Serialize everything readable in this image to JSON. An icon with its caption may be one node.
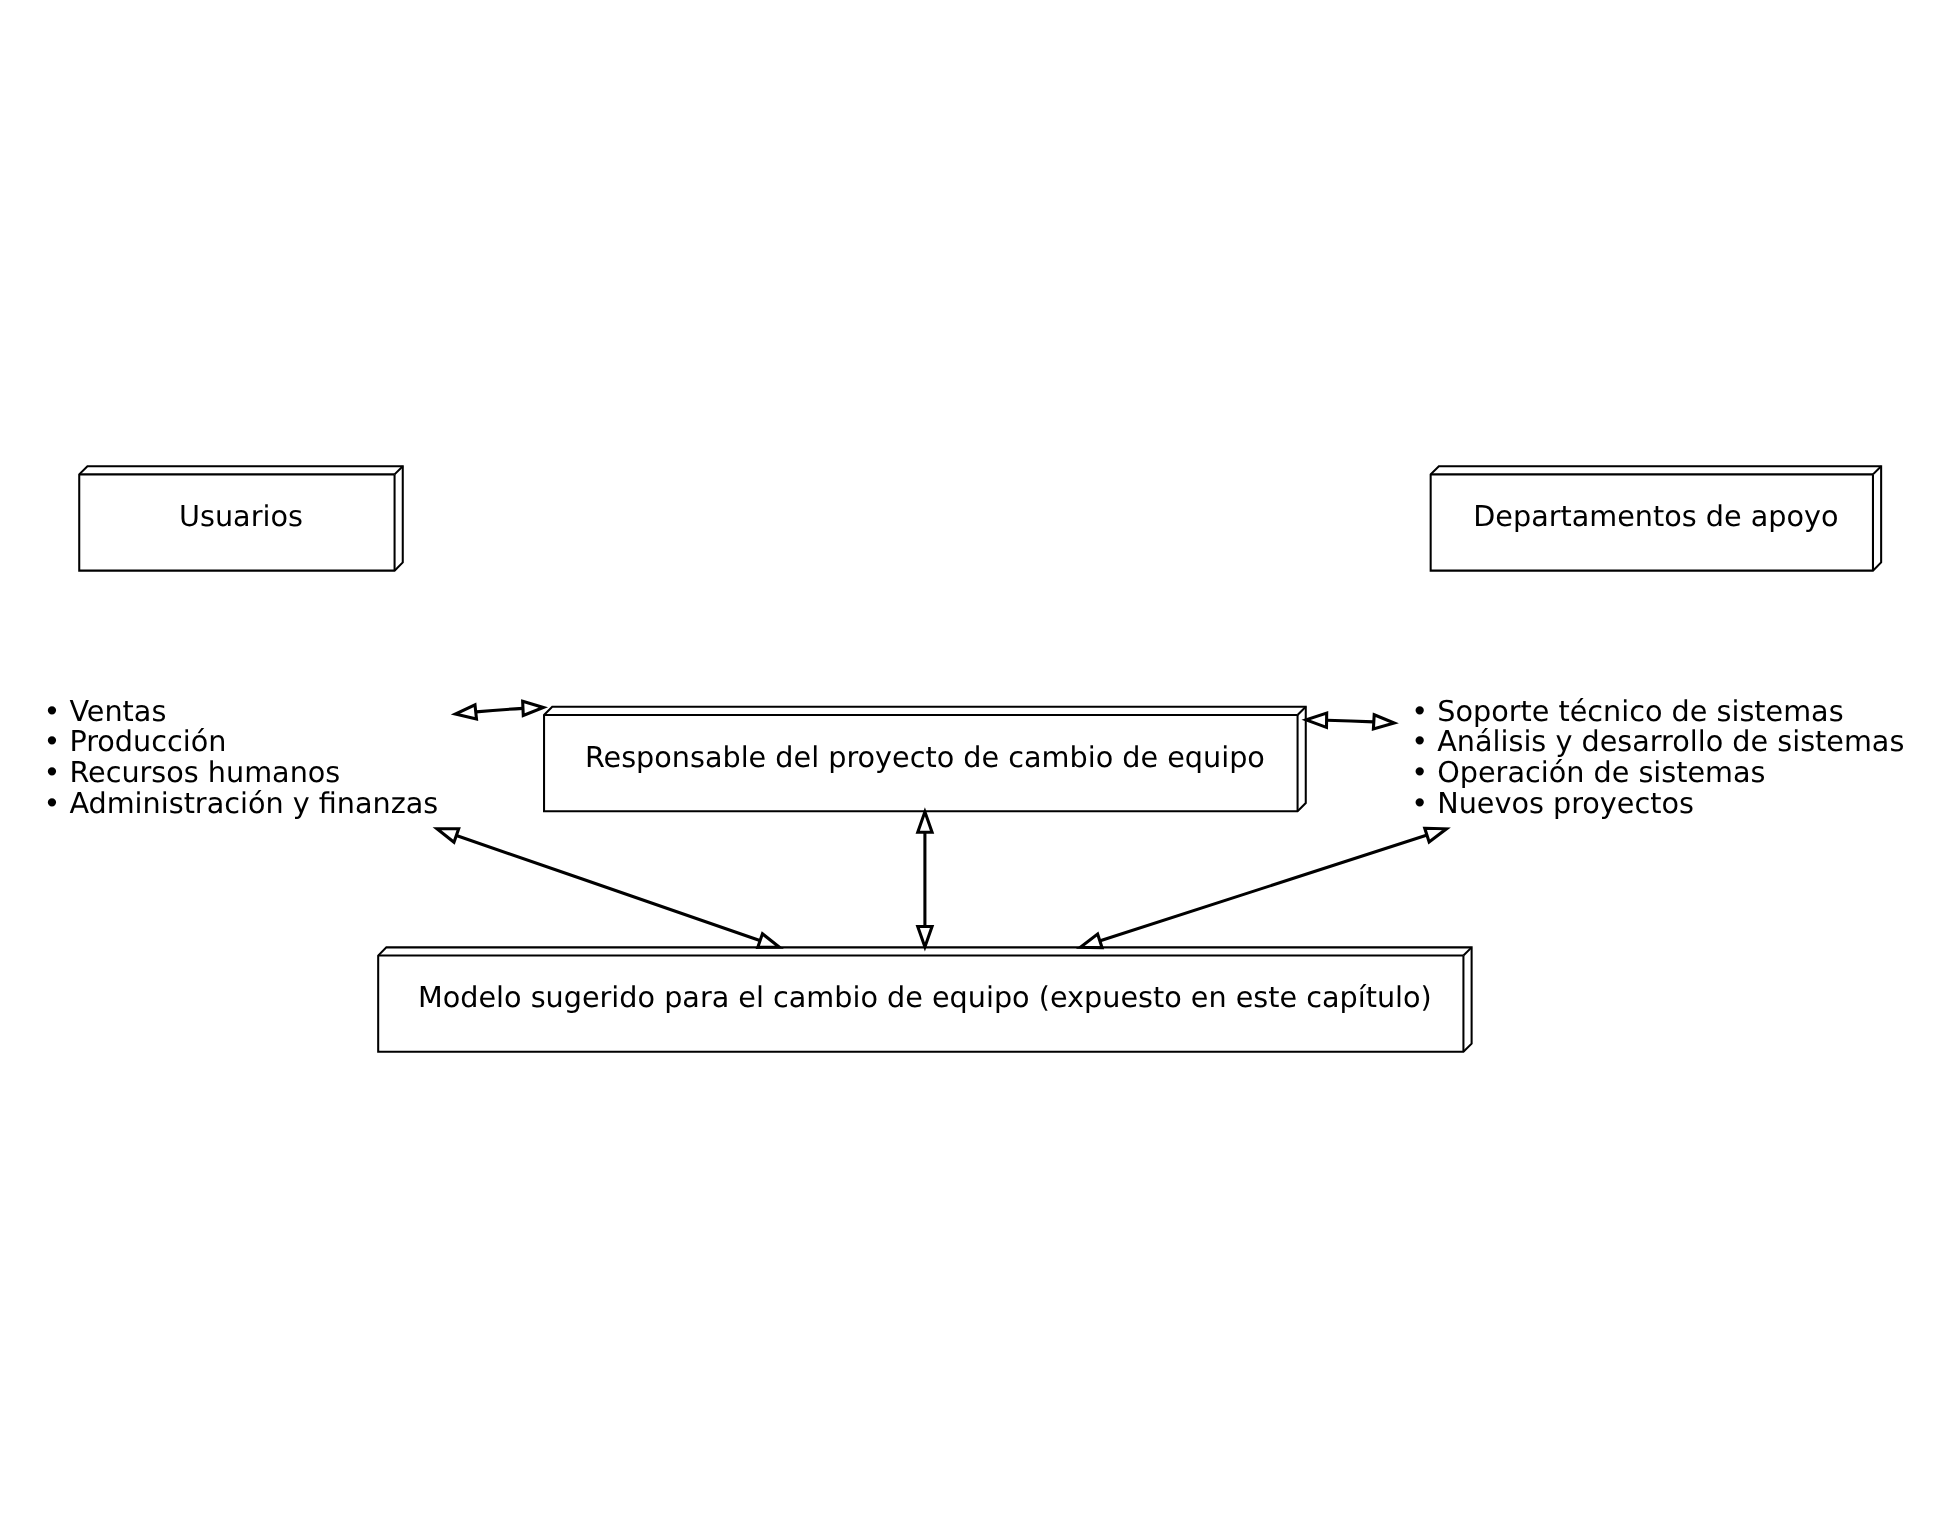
{
  "diagram": {
    "nodes": [
      {
        "text": [
          "Usuarios"
        ]
      },
      {
        "text": [
          "Departamentos de apoyo"
        ]
      },
      {
        "text": [
          "• Ventas",
          "• Producción",
          "• Recursos humanos",
          "• Administración y finanzas"
        ]
      },
      {
        "text": [
          "Responsable del proyecto de cambio de equipo"
        ]
      },
      {
        "text": [
          "• Soporte técnico de sistemas",
          "• Análisis y desarrollo de sistemas",
          "• Operación de sistemas",
          "• Nuevos proyectos"
        ]
      },
      {
        "text": [
          "Modelo sugerido para el cambio de equipo (expuesto en este capítulo)"
        ]
      }
    ],
    "edges": [
      {
        "from": 2,
        "to": 3,
        "arrow": "both"
      },
      {
        "from": 3,
        "to": 4,
        "arrow": "both"
      },
      {
        "from": 3,
        "to": 5,
        "arrow": "both"
      },
      {
        "from": 2,
        "to": 5,
        "arrow": "both"
      },
      {
        "from": 4,
        "to": 5,
        "arrow": "both"
      }
    ]
  }
}
